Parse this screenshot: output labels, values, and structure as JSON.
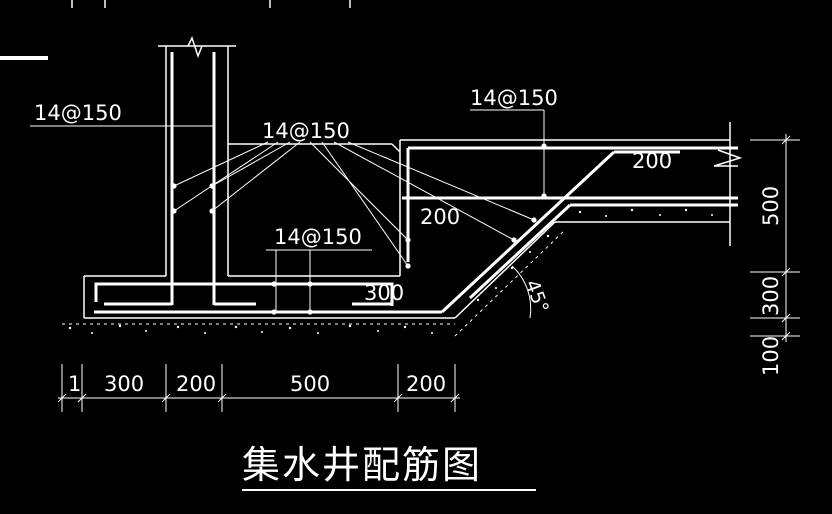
{
  "drawing": {
    "title": "集水井配筋图",
    "rebar_labels": {
      "wall": "14@150",
      "slope": "14@150",
      "pit_bottom": "14@150",
      "top_slab": "14@150"
    },
    "inner_dims": {
      "top_slab": "200",
      "slope_thickness": "200",
      "pit_depth": "300"
    },
    "angle": "45°",
    "bottom_dims": [
      "1",
      "300",
      "200",
      "500",
      "200"
    ],
    "right_dims": [
      "500",
      "300",
      "100"
    ],
    "colors": {
      "background": "#000000",
      "lines": "#ffffff"
    }
  }
}
